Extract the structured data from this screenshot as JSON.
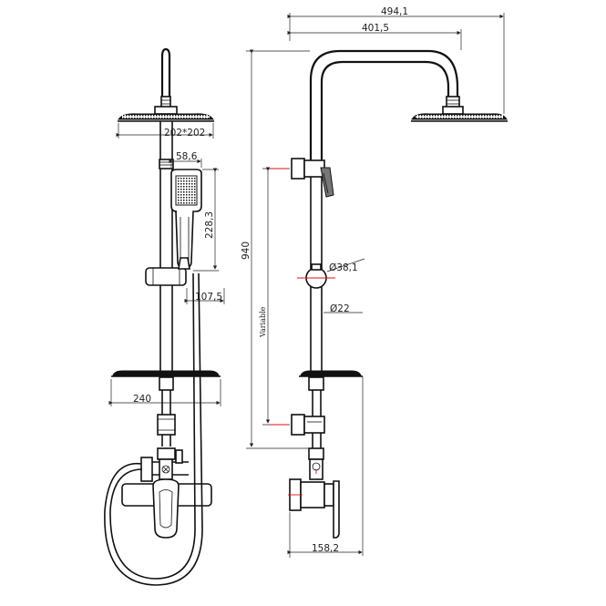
{
  "diagram": {
    "labels": {
      "head_size": "202*202",
      "hand_width": "58,6",
      "hand_height": "228,3",
      "holder_offset": "107,5",
      "shelf_width": "240",
      "total_width": "494,1",
      "arm_length": "401,5",
      "height": "940",
      "diverter_dia": "Ø38,1",
      "pipe_dia": "Ø22",
      "variable": "Variable",
      "valve_depth": "158,2"
    }
  }
}
